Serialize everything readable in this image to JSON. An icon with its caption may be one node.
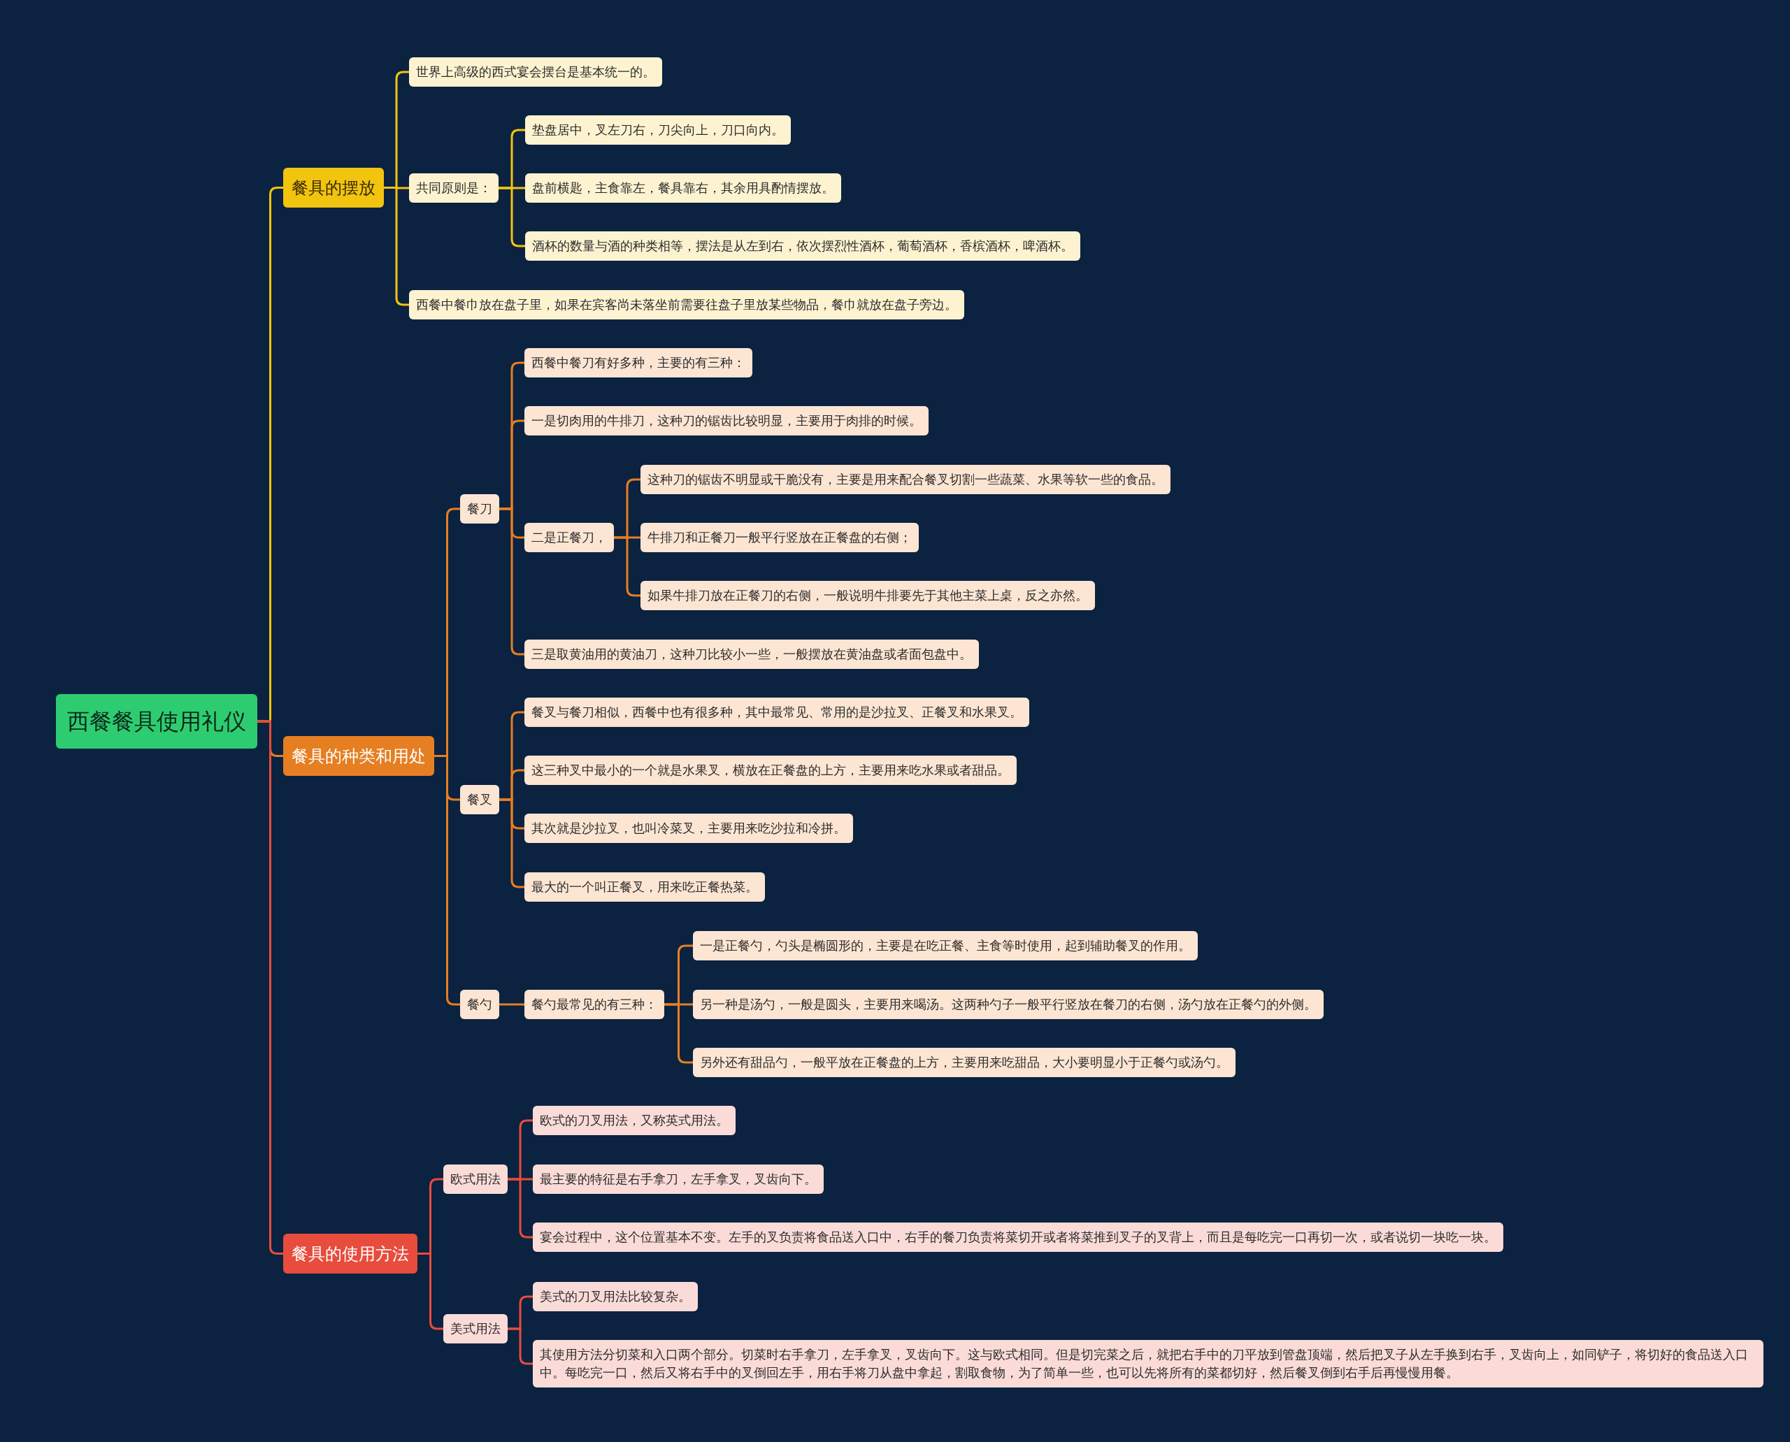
{
  "diagram": {
    "nodes": [
      {
        "text": [
          "西餐餐具使用礼仪"
        ]
      },
      {
        "text": [
          "餐具的摆放"
        ]
      },
      {
        "text": [
          "世界上高级的西式宴会摆台是基本统一的。"
        ]
      },
      {
        "text": [
          "共同原则是："
        ]
      },
      {
        "text": [
          "垫盘居中，叉左刀右，刀尖向上，刀口向内。"
        ]
      },
      {
        "text": [
          "盘前横匙，主食靠左，餐具靠右，其余用具酌情摆放。"
        ]
      },
      {
        "text": [
          "酒杯的数量与酒的种类相等，摆法是从左到右，依次摆烈性酒杯，葡萄酒杯，香槟酒杯，啤酒杯。"
        ]
      },
      {
        "text": [
          "西餐中餐巾放在盘子里，如果在宾客尚未落坐前需要往盘子里放某些物品，餐巾就放在盘子旁边。"
        ]
      },
      {
        "text": [
          "餐具的种类和用处"
        ]
      },
      {
        "text": [
          "餐刀"
        ]
      },
      {
        "text": [
          "西餐中餐刀有好多种，主要的有三种："
        ]
      },
      {
        "text": [
          "一是切肉用的牛排刀，这种刀的锯齿比较明显，主要用于肉排的时候。"
        ]
      },
      {
        "text": [
          "二是正餐刀，"
        ]
      },
      {
        "text": [
          "这种刀的锯齿不明显或干脆没有，主要是用来配合餐叉切割一些蔬菜、水果等软一些的食品。"
        ]
      },
      {
        "text": [
          "牛排刀和正餐刀一般平行竖放在正餐盘的右侧；"
        ]
      },
      {
        "text": [
          "如果牛排刀放在正餐刀的右侧，一般说明牛排要先于其他主菜上桌，反之亦然。"
        ]
      },
      {
        "text": [
          "三是取黄油用的黄油刀，这种刀比较小一些，一般摆放在黄油盘或者面包盘中。"
        ]
      },
      {
        "text": [
          "餐叉"
        ]
      },
      {
        "text": [
          "餐叉与餐刀相似，西餐中也有很多种，其中最常见、常用的是沙拉叉、正餐叉和水果叉。"
        ]
      },
      {
        "text": [
          "这三种叉中最小的一个就是水果叉，横放在正餐盘的上方，主要用来吃水果或者甜品。"
        ]
      },
      {
        "text": [
          "其次就是沙拉叉，也叫冷菜叉，主要用来吃沙拉和冷拼。"
        ]
      },
      {
        "text": [
          "最大的一个叫正餐叉，用来吃正餐热菜。"
        ]
      },
      {
        "text": [
          "餐勺"
        ]
      },
      {
        "text": [
          "餐勺最常见的有三种："
        ]
      },
      {
        "text": [
          "一是正餐勺，勺头是椭圆形的，主要是在吃正餐、主食等时使用，起到辅助餐叉的作用。"
        ]
      },
      {
        "text": [
          "另一种是汤勺，一般是圆头，主要用来喝汤。这两种勺子一般平行竖放在餐刀的右侧，汤勺放在正餐勺的外侧。"
        ]
      },
      {
        "text": [
          "另外还有甜品勺，一般平放在正餐盘的上方，主要用来吃甜品，大小要明显小于正餐勺或汤勺。"
        ]
      },
      {
        "text": [
          "餐具的使用方法"
        ]
      },
      {
        "text": [
          "欧式用法"
        ]
      },
      {
        "text": [
          "欧式的刀叉用法，又称英式用法。"
        ]
      },
      {
        "text": [
          "最主要的特征是右手拿刀，左手拿叉，叉齿向下。"
        ]
      },
      {
        "text": [
          "宴会过程中，这个位置基本不变。左手的叉负责将食品送入口中，右手的餐刀负责将菜切开或者将菜推到叉子的叉背上，而且是每吃完一口再切一次，或者说切一块吃一块。"
        ]
      },
      {
        "text": [
          "美式用法"
        ]
      },
      {
        "text": [
          "美式的刀叉用法比较复杂。"
        ]
      },
      {
        "text": [
          "其使用方法分切菜和入口两个部分。切菜时右手拿刀，左手拿叉，叉齿向下。这与欧式相同。但是切完菜之后，就把右手中的刀平放到管盘顶端，然后把叉子从左手换到右手，叉齿向上，如同铲子，将切好的食品送入口中。每吃完一口，然后又将右手中的叉倒回左手，用右手将刀从盘中拿起，割取食物，为了简单一些，也可以先将所有的菜都切好，然后餐叉倒到右手后再慢慢用餐。"
        ]
      }
    ],
    "edges": [
      {
        "from": 0,
        "to": 1,
        "arrow": "none",
        "color": "#f1c40f"
      },
      {
        "from": 1,
        "to": 2,
        "arrow": "none",
        "color": "#f1c40f"
      },
      {
        "from": 1,
        "to": 3,
        "arrow": "none",
        "color": "#f1c40f"
      },
      {
        "from": 3,
        "to": 4,
        "arrow": "none",
        "color": "#f1c40f"
      },
      {
        "from": 3,
        "to": 5,
        "arrow": "none",
        "color": "#f1c40f"
      },
      {
        "from": 3,
        "to": 6,
        "arrow": "none",
        "color": "#f1c40f"
      },
      {
        "from": 1,
        "to": 7,
        "arrow": "none",
        "color": "#f1c40f"
      },
      {
        "from": 0,
        "to": 8,
        "arrow": "none"
      },
      {
        "from": 8,
        "to": 9,
        "arrow": "none"
      },
      {
        "from": 9,
        "to": 10,
        "arrow": "none"
      },
      {
        "from": 9,
        "to": 11,
        "arrow": "none"
      },
      {
        "from": 9,
        "to": 12,
        "arrow": "none"
      },
      {
        "from": 12,
        "to": 13,
        "arrow": "none"
      },
      {
        "from": 12,
        "to": 14,
        "arrow": "none"
      },
      {
        "from": 12,
        "to": 15,
        "arrow": "none"
      },
      {
        "from": 9,
        "to": 16,
        "arrow": "none"
      },
      {
        "from": 8,
        "to": 17,
        "arrow": "none"
      },
      {
        "from": 17,
        "to": 18,
        "arrow": "none"
      },
      {
        "from": 17,
        "to": 19,
        "arrow": "none"
      },
      {
        "from": 17,
        "to": 20,
        "arrow": "none"
      },
      {
        "from": 17,
        "to": 21,
        "arrow": "none"
      },
      {
        "from": 8,
        "to": 22,
        "arrow": "none"
      },
      {
        "from": 22,
        "to": 23,
        "arrow": "none"
      },
      {
        "from": 23,
        "to": 24,
        "arrow": "none"
      },
      {
        "from": 23,
        "to": 25,
        "arrow": "none"
      },
      {
        "from": 23,
        "to": 26,
        "arrow": "none"
      },
      {
        "from": 0,
        "to": 27,
        "arrow": "none",
        "color": "#e74c3c"
      },
      {
        "from": 27,
        "to": 28,
        "arrow": "none",
        "color": "#e74c3c"
      },
      {
        "from": 28,
        "to": 29,
        "arrow": "none",
        "color": "#e74c3c"
      },
      {
        "from": 28,
        "to": 30,
        "arrow": "none",
        "color": "#e74c3c"
      },
      {
        "from": 28,
        "to": 31,
        "arrow": "none",
        "color": "#e74c3c"
      },
      {
        "from": 27,
        "to": 32,
        "arrow": "none",
        "color": "#e74c3c"
      },
      {
        "from": 32,
        "to": 33,
        "arrow": "none",
        "color": "#e74c3c"
      },
      {
        "from": 32,
        "to": 34,
        "arrow": "none",
        "color": "#e74c3c"
      }
    ]
  }
}
